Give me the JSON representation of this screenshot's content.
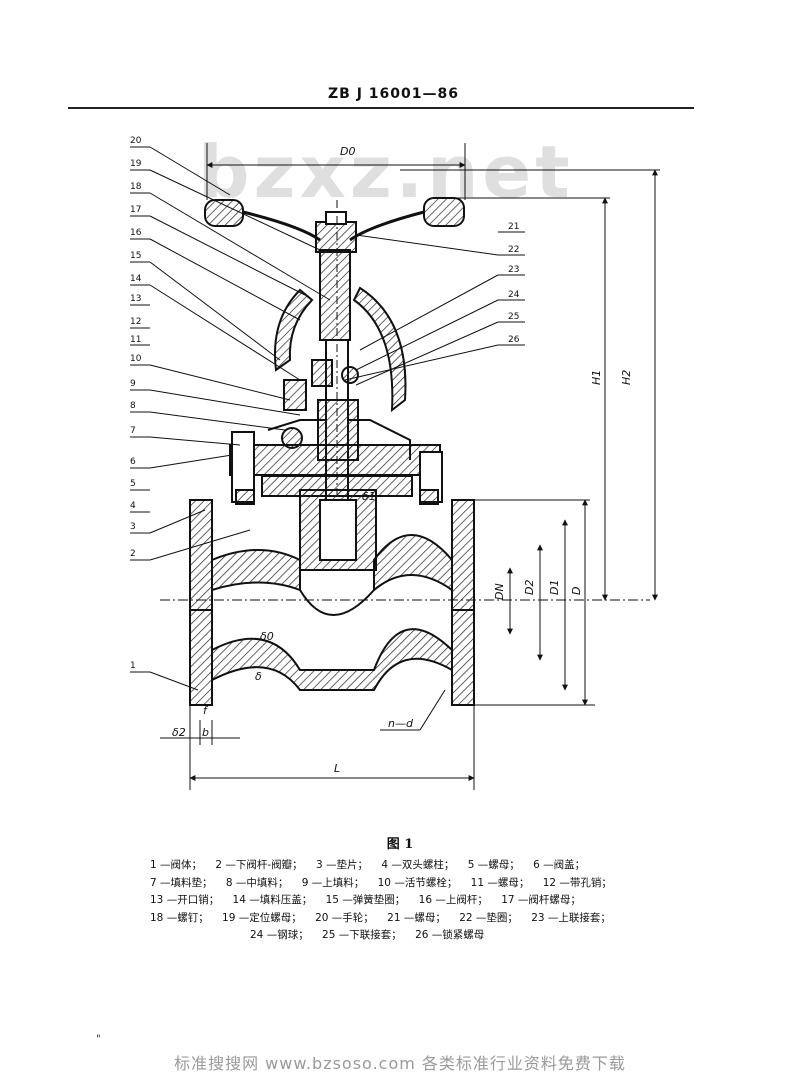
{
  "header": {
    "standard_number": "ZB J 16001—86"
  },
  "watermark": "bzxz.net",
  "figure": {
    "dimension_labels": {
      "d0_top": "D0",
      "h1": "H1",
      "h2": "H2",
      "dn": "DN",
      "d2": "D2",
      "d1": "D1",
      "d": "D",
      "l": "L",
      "n_d": "n—d",
      "delta1": "δ1",
      "delta0": "δ0",
      "delta": "δ",
      "delta2": "δ2",
      "b": "b",
      "f": "f"
    },
    "callouts_left": [
      "20",
      "19",
      "18",
      "17",
      "16",
      "15",
      "14",
      "13",
      "12",
      "11",
      "10",
      "9",
      "8",
      "7",
      "6",
      "5",
      "4",
      "3",
      "2",
      "1"
    ],
    "callouts_right": [
      "21",
      "22",
      "23",
      "24",
      "25",
      "26"
    ],
    "caption": "图 1"
  },
  "legend": {
    "rows": [
      [
        "1 —阀体；",
        "2 —下阀杆-阀瓣；",
        "3 —垫片；",
        "4 —双头螺柱；",
        "5 —螺母；",
        "6 —阀盖；"
      ],
      [
        "7 —填料垫；",
        "8 —中填料；",
        "9 —上填料；",
        "10 —活节螺栓；",
        "11 —螺母；",
        "12 —带孔销；"
      ],
      [
        "13 —开口销；",
        "14 —填料压盖；",
        "15 —弹簧垫圈；",
        "16 —上阀杆；",
        "17 —阀杆螺母；"
      ],
      [
        "18 —螺钉；",
        "19 —定位螺母；",
        "20 —手轮；",
        "21 —螺母；",
        "22 —垫圈；",
        "23 —上联接套；"
      ],
      [
        "24 —钢球；",
        "25 —下联接套；",
        "26 —锁紧螺母"
      ]
    ]
  },
  "footer": "标准搜搜网 www.bzsoso.com 各类标准行业资料免费下载",
  "page_mark": "\""
}
